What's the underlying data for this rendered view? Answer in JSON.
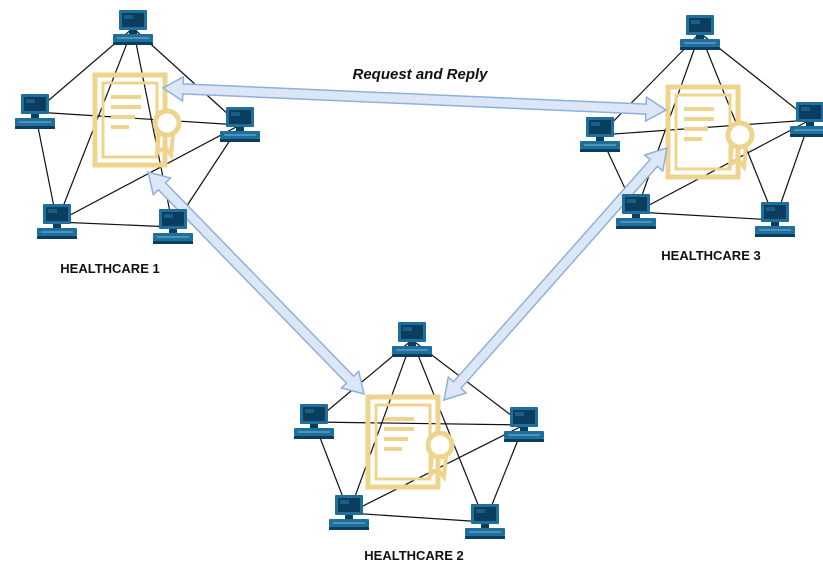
{
  "colors": {
    "link_line": "#111111",
    "computer_body": "#1e6f9c",
    "computer_dark": "#0b3e5e",
    "computer_screen": "#1a5d86",
    "certificate": "#eed48c",
    "arrow_fill": "#dbe7f6",
    "arrow_stroke": "#8fb0d8"
  },
  "icons": [
    "computer-icon",
    "certificate-icon"
  ],
  "clusters": [
    {
      "id": "healthcare-1",
      "label": "HEALTHCARE 1",
      "computers": 5
    },
    {
      "id": "healthcare-2",
      "label": "HEALTHCARE 2",
      "computers": 5
    },
    {
      "id": "healthcare-3",
      "label": "HEALTHCARE 3",
      "computers": 5
    }
  ],
  "connections": [
    {
      "from": "healthcare-1",
      "to": "healthcare-3",
      "label": "Request and Reply",
      "bidirectional": true
    },
    {
      "from": "healthcare-1",
      "to": "healthcare-2",
      "label": "",
      "bidirectional": true
    },
    {
      "from": "healthcare-3",
      "to": "healthcare-2",
      "label": "",
      "bidirectional": true
    }
  ]
}
